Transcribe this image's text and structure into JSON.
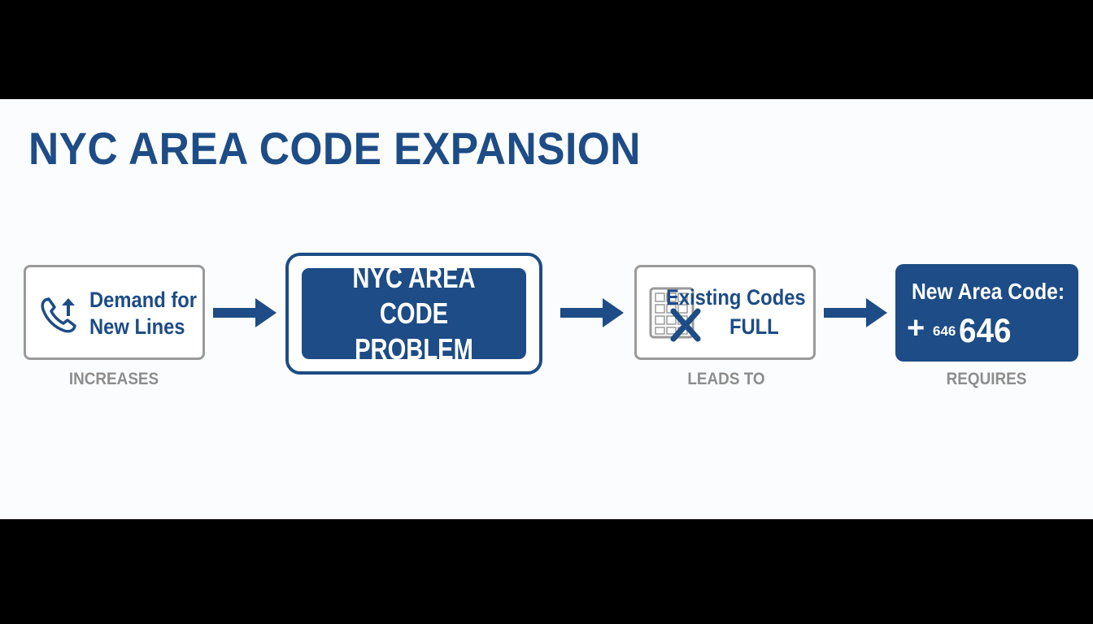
{
  "title": "NYC AREA CODE EXPANSION",
  "nodes": {
    "demand": {
      "line1": "Demand for",
      "line2": "New Lines",
      "icon": "phone-arrow-up-icon"
    },
    "problem": {
      "line1": "NYC AREA CODE",
      "line2": "PROBLEM"
    },
    "existing": {
      "line1": "Existing Codes",
      "line2": "FULL",
      "icon": "keypad-x-icon"
    },
    "new_code": {
      "line1": "New Area Code:",
      "plus": "+",
      "small_code": "646",
      "big_code": "646"
    }
  },
  "edges": [
    {
      "from": "demand",
      "to": "problem",
      "label": "INCREASES"
    },
    {
      "from": "problem",
      "to": "existing",
      "label": "LEADS TO"
    },
    {
      "from": "existing",
      "to": "new_code",
      "label": "REQUIRES"
    }
  ],
  "colors": {
    "primary": "#1d4c86",
    "outline": "#9a9a9a",
    "caption": "#8d8d8d",
    "background": "#fbfcfd",
    "letterbox": "#000000"
  }
}
